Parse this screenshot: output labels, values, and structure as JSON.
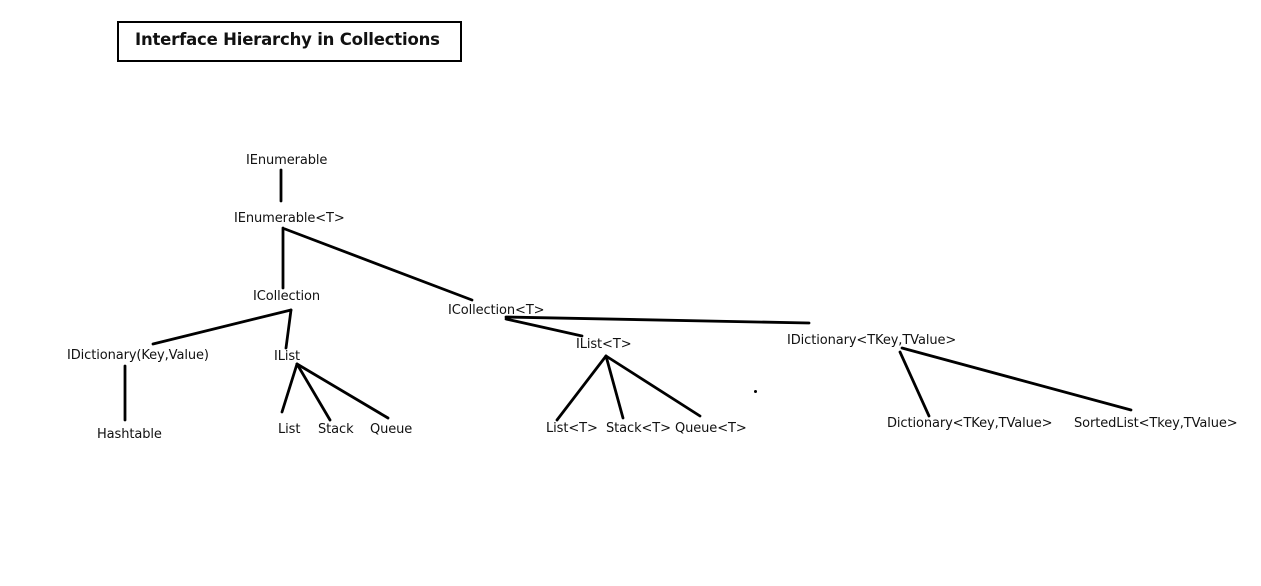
{
  "title": "Interface Hierarchy in Collections",
  "nodes": {
    "ienumerable": "IEnumerable",
    "ienumerable_t": "IEnumerable<T>",
    "icollection": "ICollection",
    "icollection_t": "ICollection<T>",
    "idictionary": "IDictionary(Key,Value)",
    "ilist": "IList",
    "ilist_t": "IList<T>",
    "idictionary_tkey_tvalue": "IDictionary<TKey,TValue>",
    "hashtable": "Hashtable",
    "list": "List",
    "stack": "Stack",
    "queue": "Queue",
    "list_t": "List<T>",
    "stack_t": "Stack<T>",
    "queue_t": "Queue<T>",
    "dictionary_tkey_tvalue": "Dictionary<TKey,TValue>",
    "sortedlist_tkey_tvalue": "SortedList<Tkey,TValue>"
  },
  "edges": [
    {
      "from": "ienumerable",
      "to": "ienumerable_t"
    },
    {
      "from": "ienumerable_t",
      "to": "icollection"
    },
    {
      "from": "ienumerable_t",
      "to": "icollection_t"
    },
    {
      "from": "icollection",
      "to": "idictionary"
    },
    {
      "from": "icollection",
      "to": "ilist"
    },
    {
      "from": "idictionary",
      "to": "hashtable"
    },
    {
      "from": "ilist",
      "to": "list"
    },
    {
      "from": "ilist",
      "to": "stack"
    },
    {
      "from": "ilist",
      "to": "queue"
    },
    {
      "from": "icollection_t",
      "to": "ilist_t"
    },
    {
      "from": "icollection_t",
      "to": "idictionary_tkey_tvalue"
    },
    {
      "from": "ilist_t",
      "to": "list_t"
    },
    {
      "from": "ilist_t",
      "to": "stack_t"
    },
    {
      "from": "ilist_t",
      "to": "queue_t"
    },
    {
      "from": "idictionary_tkey_tvalue",
      "to": "dictionary_tkey_tvalue"
    },
    {
      "from": "idictionary_tkey_tvalue",
      "to": "sortedlist_tkey_tvalue"
    }
  ]
}
